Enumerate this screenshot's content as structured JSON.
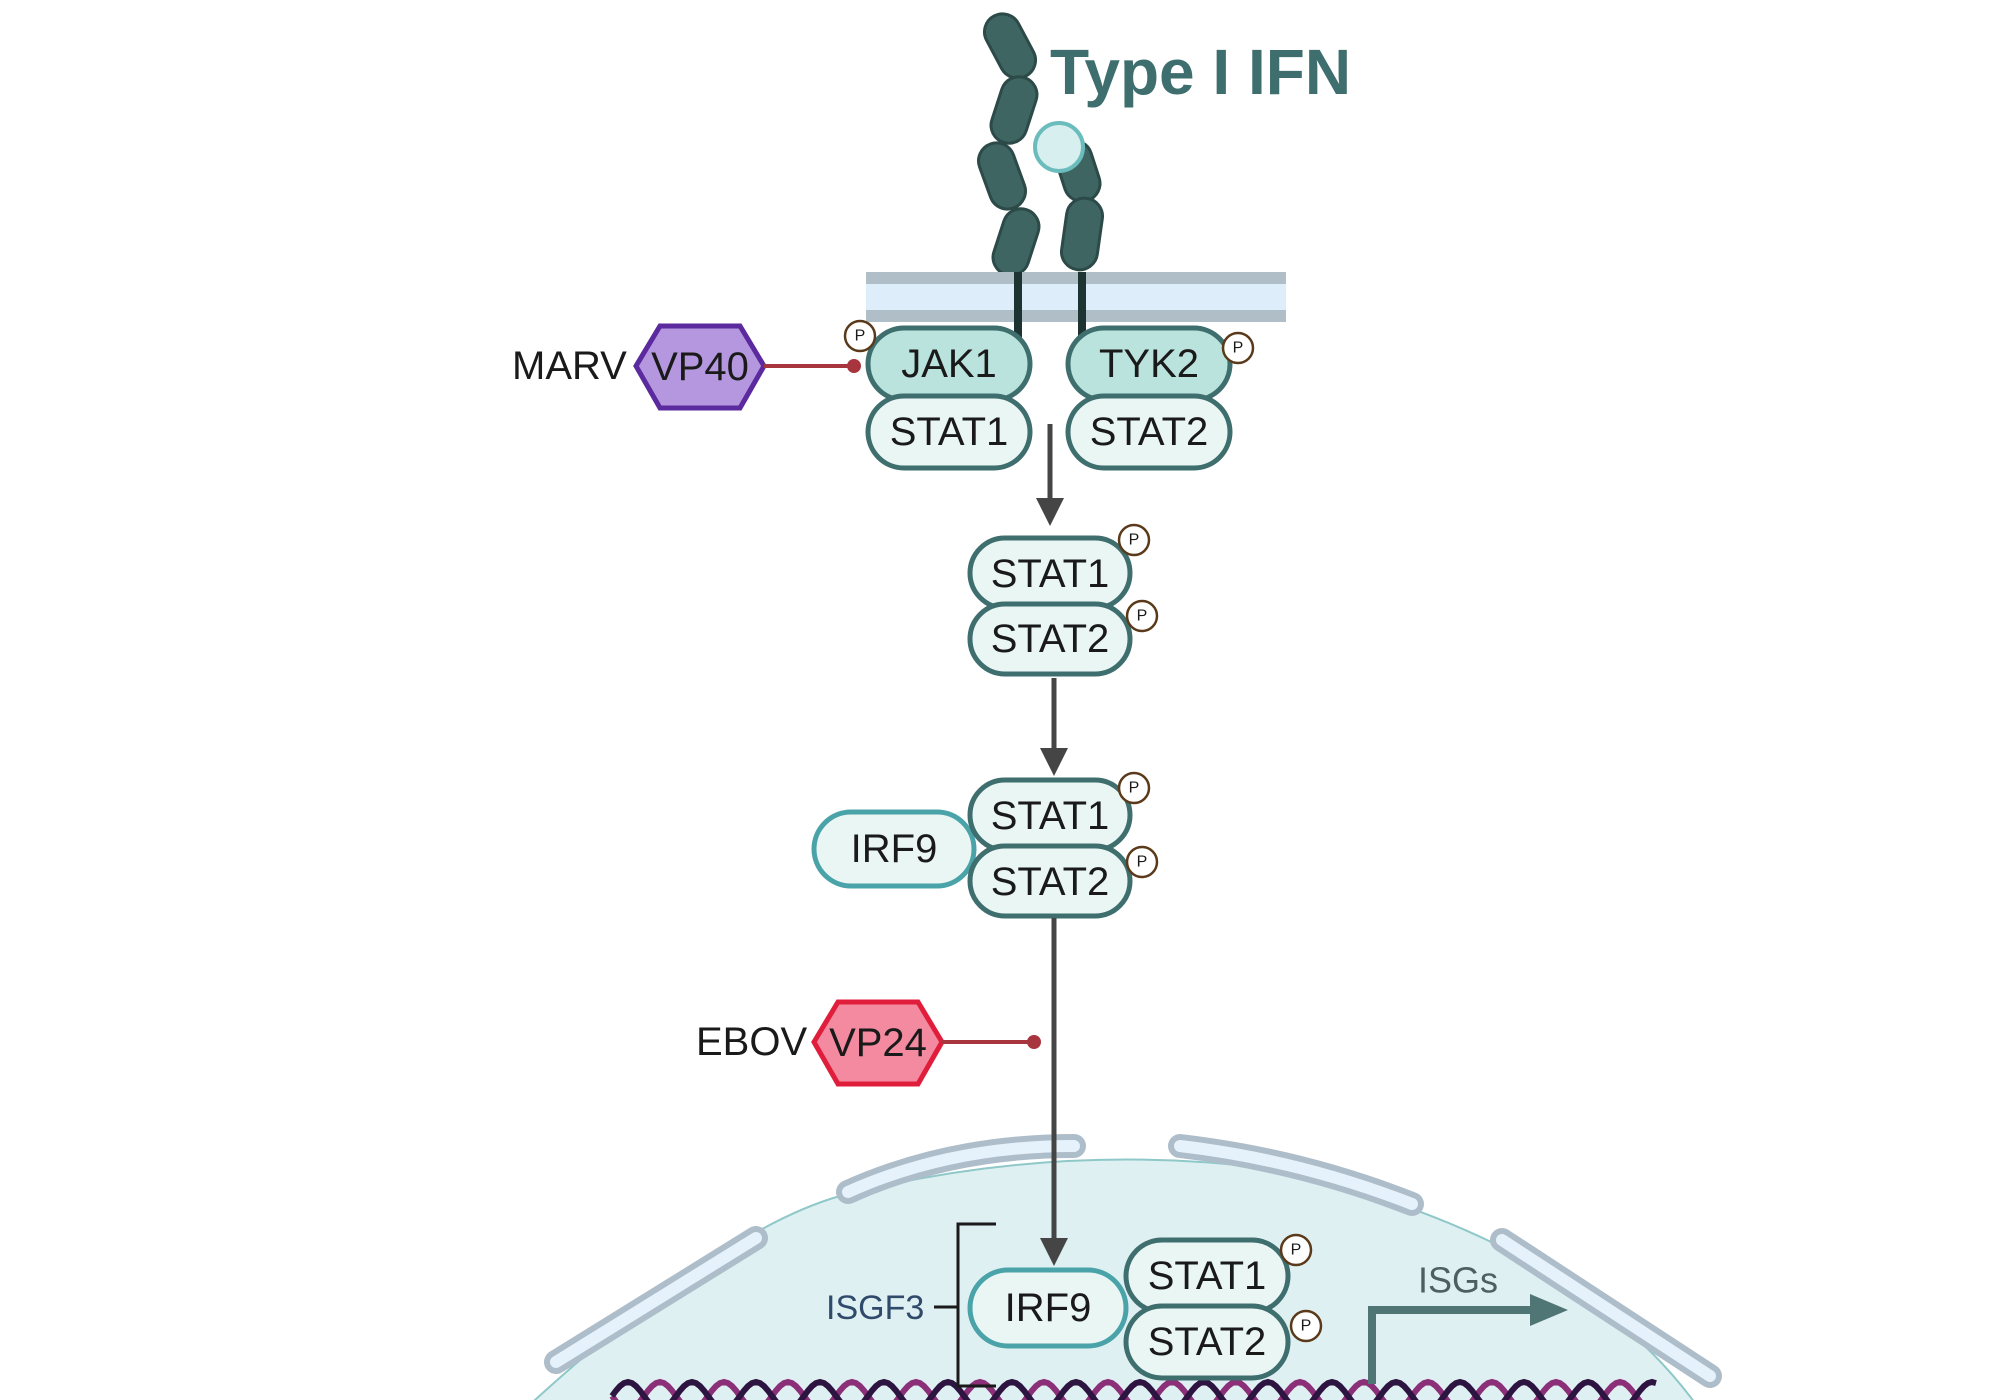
{
  "title": "Type I IFN",
  "receptor": {
    "jak1": "JAK1",
    "tyk2": "TYK2",
    "stat1": "STAT1",
    "stat2": "STAT2"
  },
  "phospho_label": "P",
  "dimer": {
    "stat1": "STAT1",
    "stat2": "STAT2"
  },
  "complex": {
    "irf9": "IRF9",
    "stat1": "STAT1",
    "stat2": "STAT2"
  },
  "nucleus": {
    "isgf3": "ISGF3",
    "irf9": "IRF9",
    "stat1": "STAT1",
    "stat2": "STAT2",
    "isgs": "ISGs"
  },
  "inhibitors": [
    {
      "virus": "MARV",
      "protein": "VP40",
      "color": "#b597df",
      "border": "#5a2a9e"
    },
    {
      "virus": "EBOV",
      "protein": "VP24",
      "color": "#f38aa0",
      "border": "#e01e3c"
    }
  ],
  "colors": {
    "receptor_dark": "#3f6563",
    "protein_fill": "#e9f6f4",
    "protein_fill_light": "#b9e3dc",
    "protein_stroke": "#3f6e6e",
    "irf9_stroke": "#4aa3a8",
    "inhibit_line": "#a8343e",
    "arrow": "#454545",
    "nucleus_fill": "#dff0f2",
    "dna_a": "#8b2f78",
    "dna_b": "#2e1440"
  }
}
